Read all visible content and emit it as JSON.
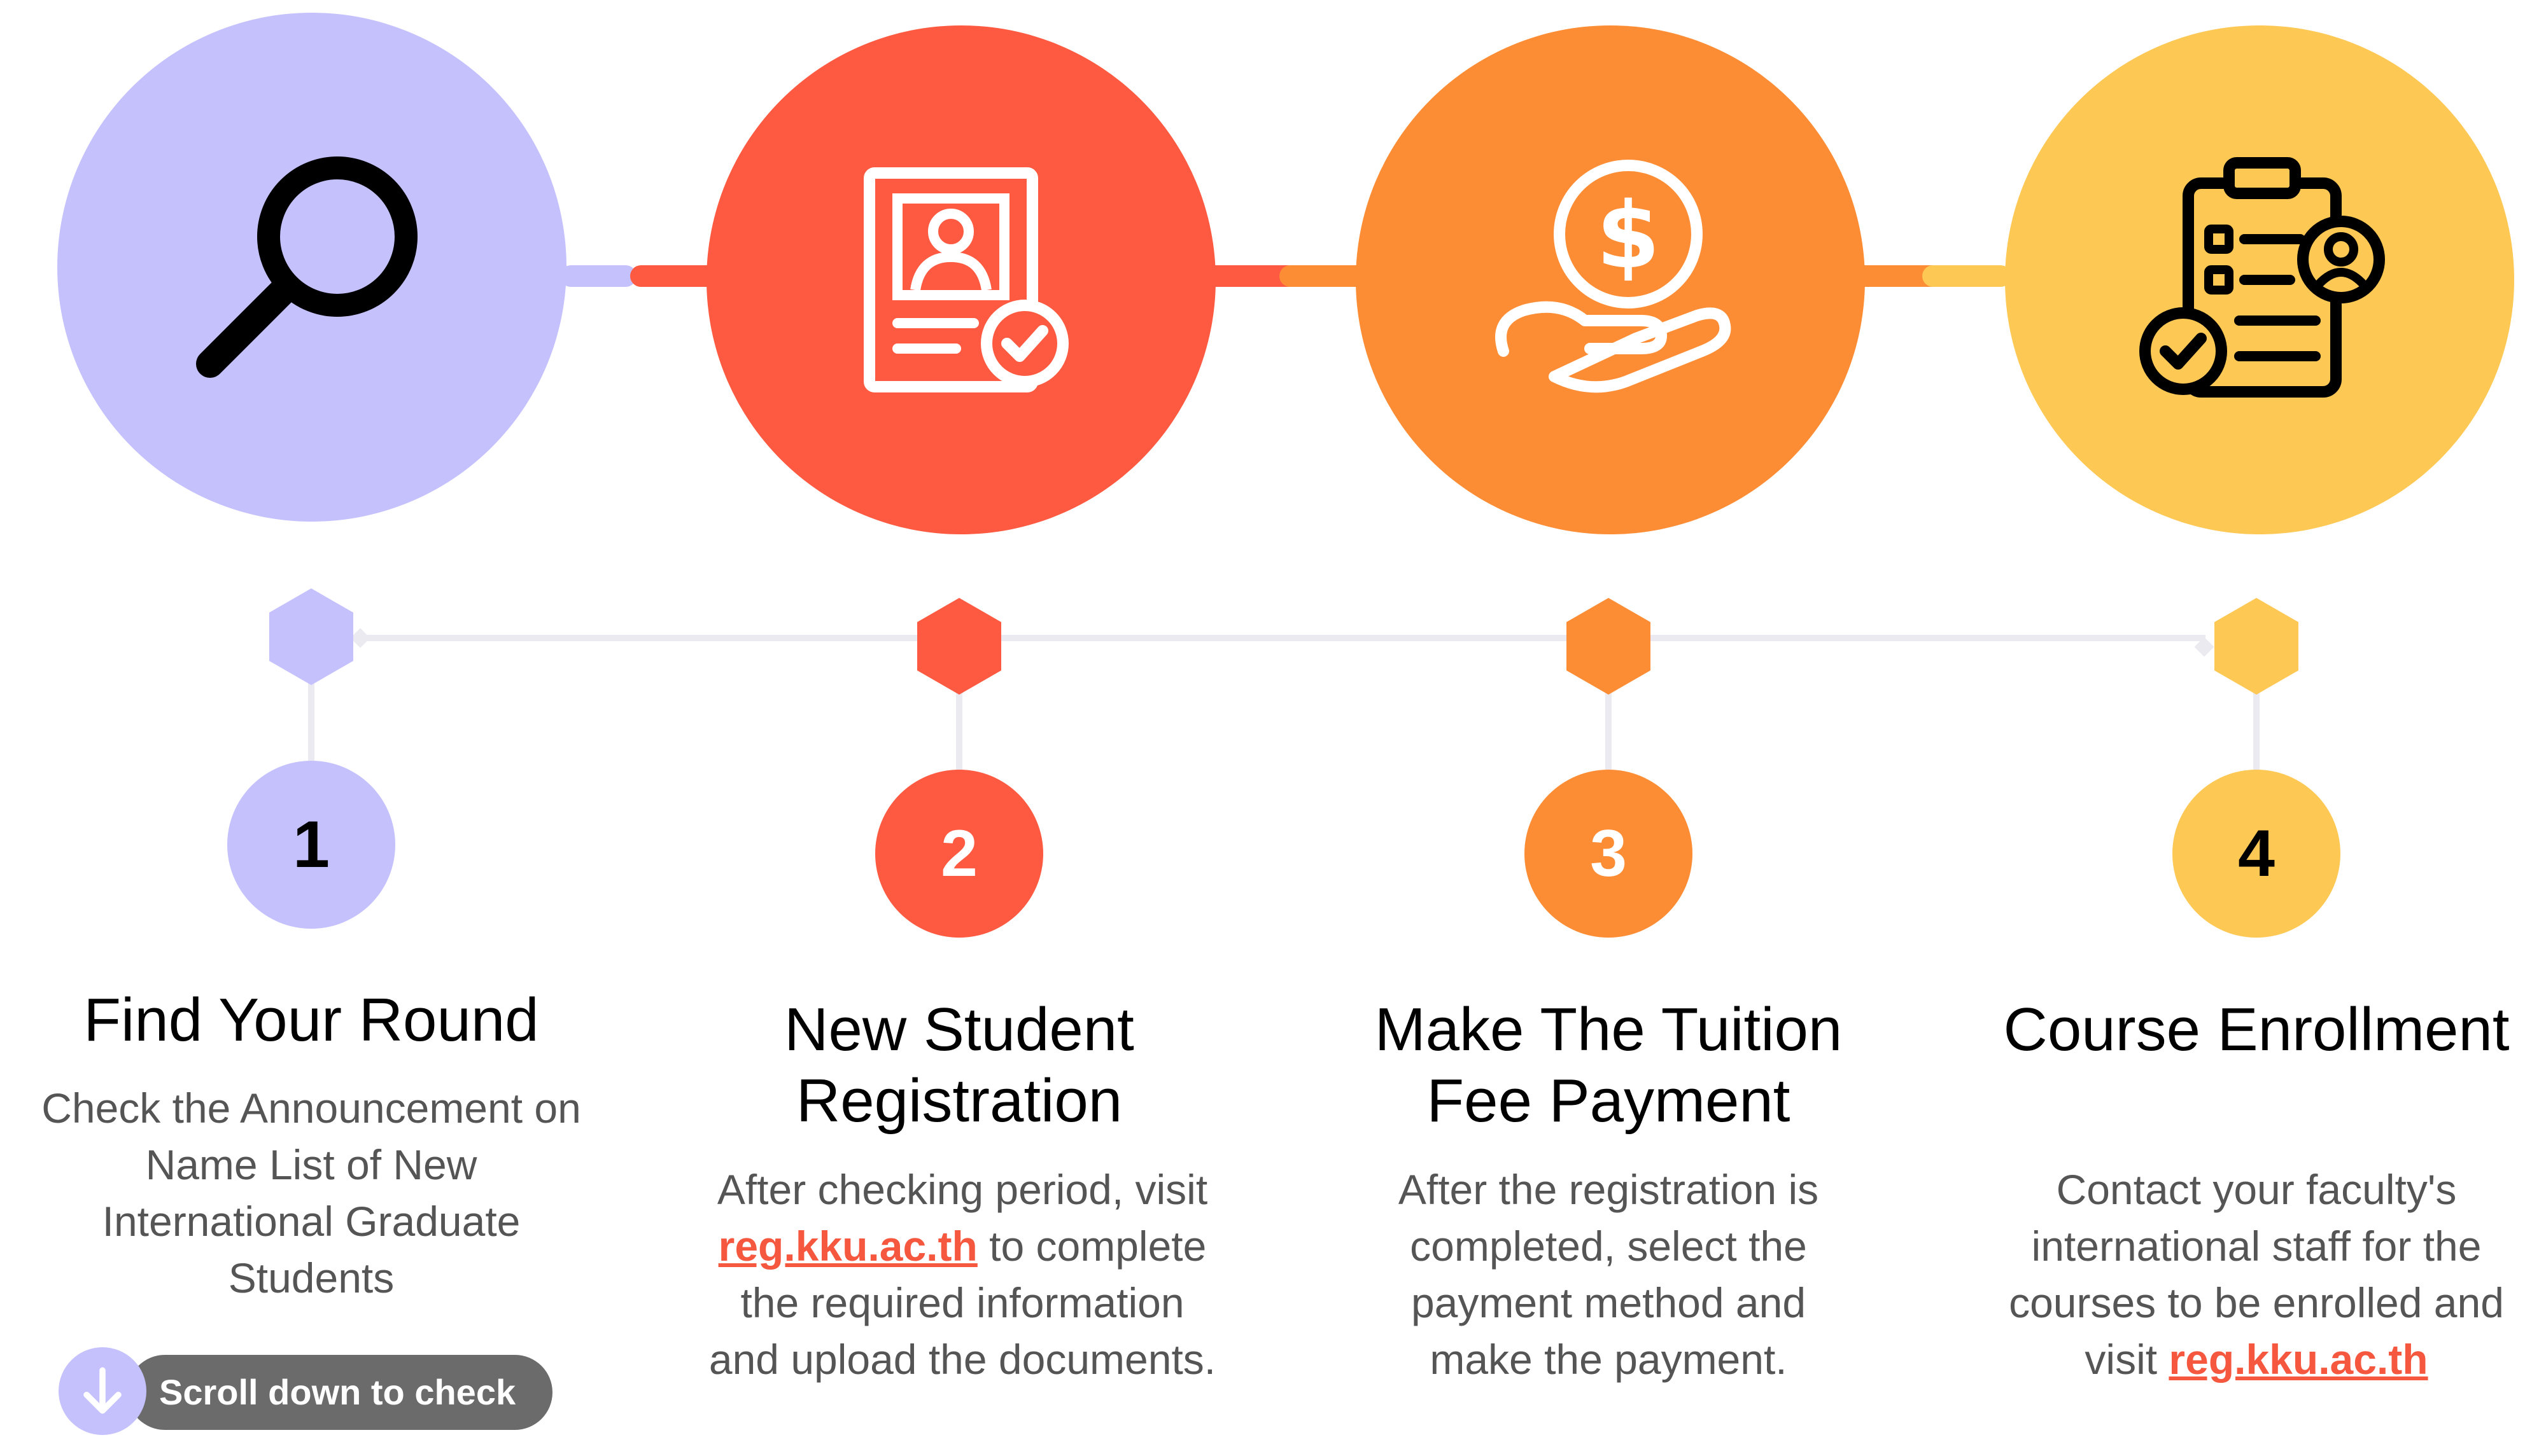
{
  "colors": {
    "step1": "#c4c1fd",
    "step2": "#fe5a41",
    "step3": "#fd8d35",
    "step4": "#fdc853",
    "link": "#f5583f"
  },
  "steps": [
    {
      "number": "1",
      "icon": "magnifying-glass-icon",
      "title": "Find Your Round",
      "description": "Check the Announcement on Name List of New International Graduate Students",
      "cta": {
        "label": "Scroll down to check",
        "icon": "arrow-down-icon"
      }
    },
    {
      "number": "2",
      "icon": "id-document-check-icon",
      "title": "New Student Registration",
      "description_before": "After checking period, visit",
      "link": "reg.kku.ac.th",
      "description_after": "to complete the required information and upload the documents."
    },
    {
      "number": "3",
      "icon": "hand-holding-dollar-coin-icon",
      "title": "Make The Tuition Fee Payment",
      "description": "After the registration is completed, select the payment method and make the payment."
    },
    {
      "number": "4",
      "icon": "clipboard-checklist-user-icon",
      "title": "Course Enrollment",
      "description_before": "Contact your faculty's international staff for the courses to be enrolled and visit",
      "link": "reg.kku.ac.th"
    }
  ]
}
